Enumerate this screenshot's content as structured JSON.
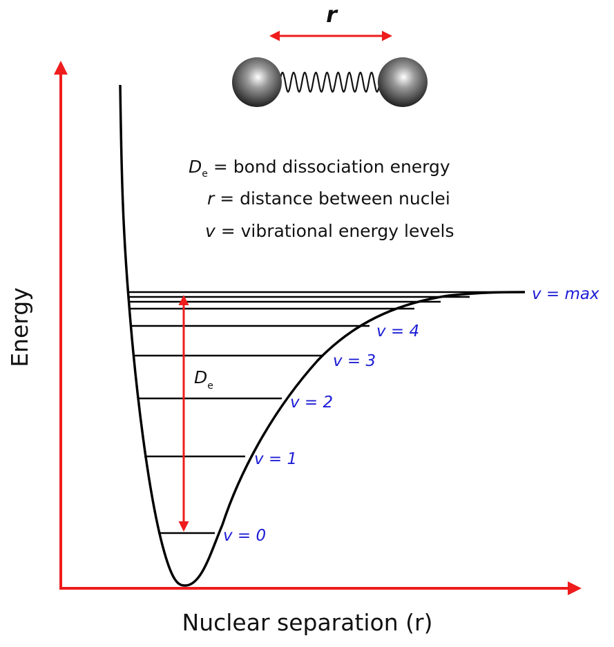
{
  "bond_length_label": "r",
  "legend": {
    "de_symbol": "D",
    "de_subscript": "e",
    "de_text": " = bond dissociation energy",
    "r_symbol": "r",
    "r_text": " = distance between nuclei",
    "v_symbol": "v",
    "v_text": " = vibrational energy levels"
  },
  "well_depth_label": {
    "symbol": "D",
    "subscript": "e"
  },
  "energy_levels": [
    {
      "label": "v = 0"
    },
    {
      "label": "v = 1"
    },
    {
      "label": "v = 2"
    },
    {
      "label": "v = 3"
    },
    {
      "label": "v = 4"
    },
    {
      "label": "v = max"
    }
  ],
  "axes": {
    "y_label": "Energy",
    "x_label": "Nuclear separation (r)"
  },
  "colors": {
    "axis": "#ee1c1c",
    "level_label": "#1c1cd6",
    "curve": "#000000"
  }
}
